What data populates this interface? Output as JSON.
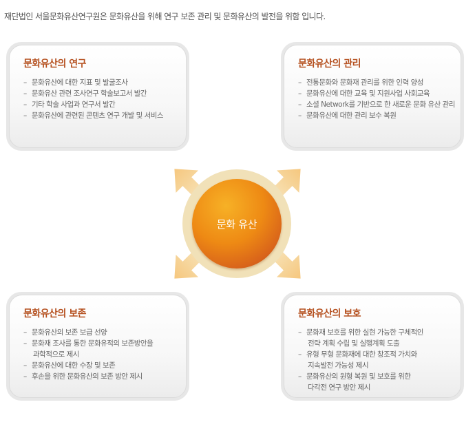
{
  "intro": "재단법인 서울문화유산연구원은 문화유산을 위해 연구 보존 관리 및 문화유산의 발전을 위함 입니다.",
  "center_label": "문화 유산",
  "colors": {
    "title": "#b5501f",
    "core": "#ee8a14",
    "ring": "#f1e1b8",
    "arrow": "#f2b862"
  },
  "cards": [
    {
      "title": "문화유산의 연구",
      "items": [
        "문화유산에 대한 지표 및 발굴조사",
        "문화유산 관련 조사연구 학술보고서 발간",
        "기타 학술 사업과 연구서 발간",
        "문화유산에 관련된 콘텐츠 연구 개발 및 서비스"
      ]
    },
    {
      "title": "문화유산의 관리",
      "items": [
        "전통문화와 문화재 관리를 위한 인력 양성",
        "문화유산에 대한 교육 및 지원사업 사회교육",
        "소셜 Network를  기반으로 한 새로운 문화 유산 관리",
        "문화유산에 대한 관리 보수 복원"
      ]
    },
    {
      "title": "문화유산의 보존",
      "items": [
        "문화유산의 보존 보급 선양",
        "문화재 조사를 통한 문화유적의  보존방안을",
        "과학적으로 제시",
        "문화유산에 대한 수장 및 보존",
        "후손을 위한 문화유산의 보존 방안 제시"
      ]
    },
    {
      "title": "문화유산의 보호",
      "items": [
        "문화재 보호를 위한 실현 가능한 구체적인",
        "전략 계획 수립 및 실행계획 도출",
        "유형 무형 문화재에 대한 창조적 가치와",
        "지속발전 가능성 제시",
        "문화유산의 원형 복원 및 보호를 위한",
        "다각전 연구 방안 제시"
      ]
    }
  ]
}
